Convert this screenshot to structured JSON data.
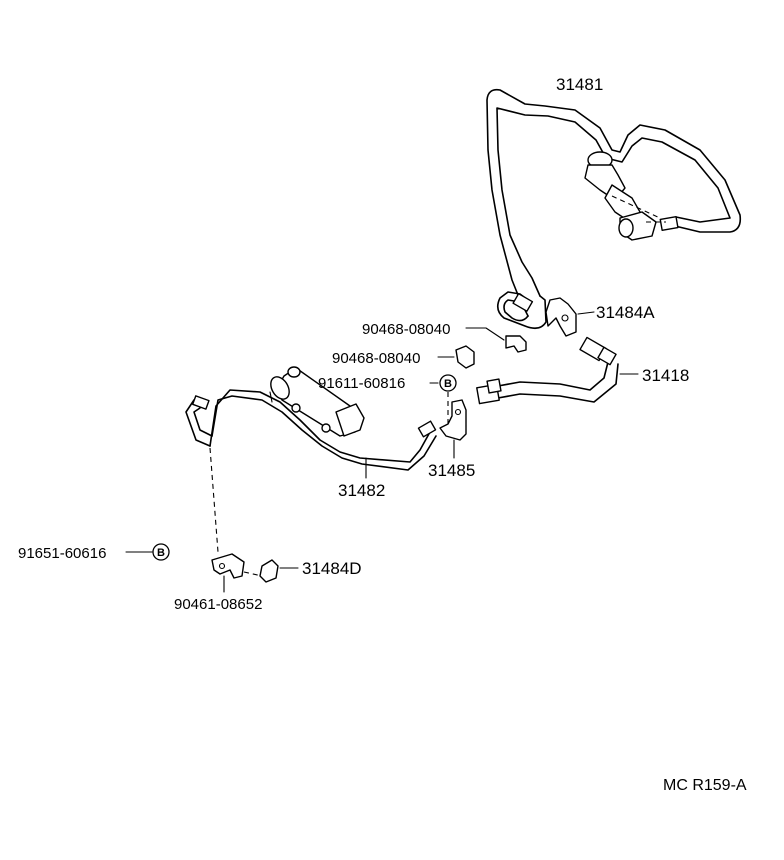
{
  "parts": {
    "p31481": "31481",
    "p31484A": "31484A",
    "p90468_a": "90468-08040",
    "p90468_b": "90468-08040",
    "p91611": "91611-60816",
    "p31418": "31418",
    "p31485": "31485",
    "p31482": "31482",
    "p91651": "91651-60616",
    "p31484D": "31484D",
    "p90461": "90461-08652"
  },
  "markers": {
    "b_upper": "B",
    "b_lower": "B"
  },
  "reference_code": "MC R159-A"
}
